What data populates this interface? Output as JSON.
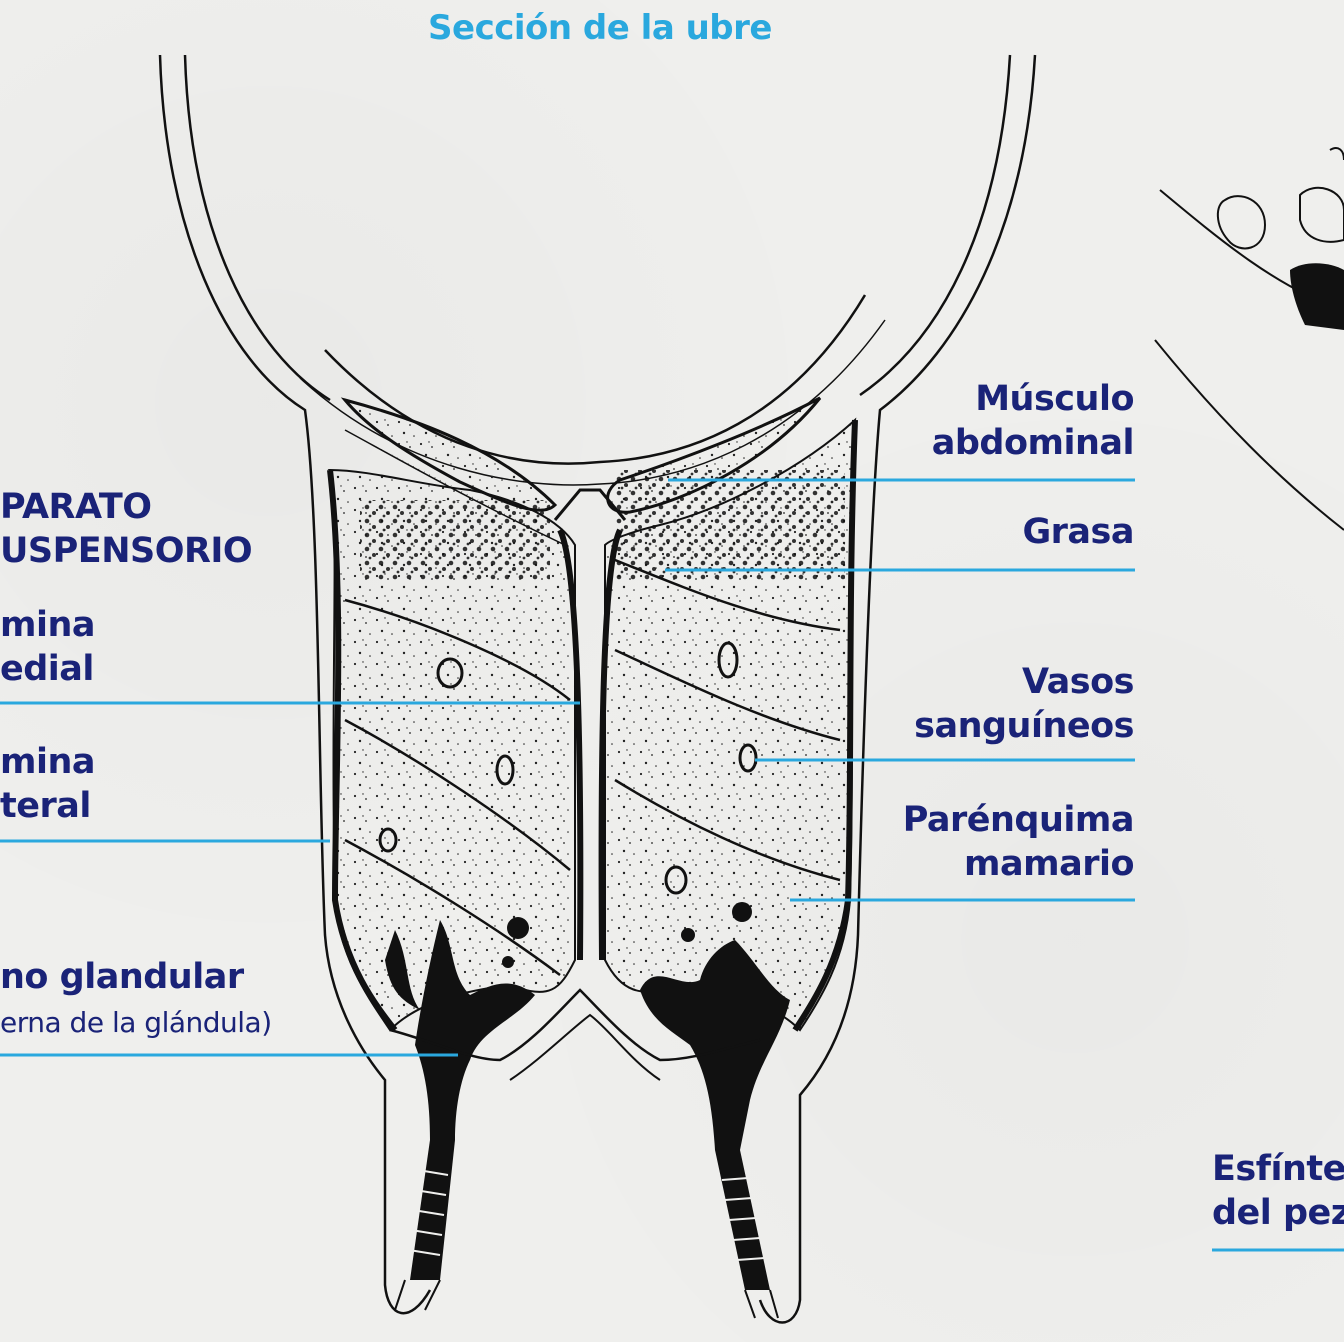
{
  "diagram": {
    "title": "Sección de la ubre",
    "labels_right": [
      {
        "id": "musculo-abdominal",
        "lines": [
          "Músculo",
          "abdominal"
        ]
      },
      {
        "id": "grasa",
        "lines": [
          "Grasa"
        ]
      },
      {
        "id": "vasos-sanguineos",
        "lines": [
          "Vasos",
          "sanguíneos"
        ]
      },
      {
        "id": "parenquima-mamario",
        "lines": [
          "Parénquima",
          "mamario"
        ]
      }
    ],
    "labels_left": [
      {
        "id": "aparato-suspensorio",
        "lines": [
          "PARATO",
          "USPENSORIO"
        ]
      },
      {
        "id": "lamina-medial",
        "lines": [
          "mina",
          "edial"
        ]
      },
      {
        "id": "lamina-lateral",
        "lines": [
          "mina",
          "teral"
        ]
      },
      {
        "id": "seno-glandular",
        "lines": [
          "no glandular",
          "erna de la glándula)"
        ]
      }
    ],
    "labels_far_right": [
      {
        "id": "esfinter-pezon",
        "lines": [
          "Esfínte",
          "del pez"
        ]
      }
    ],
    "colors": {
      "title": "#2aa8de",
      "label_text": "#1a2378",
      "leader_line": "#2aa8de",
      "drawing": "#111111",
      "background": "#efefed"
    }
  }
}
